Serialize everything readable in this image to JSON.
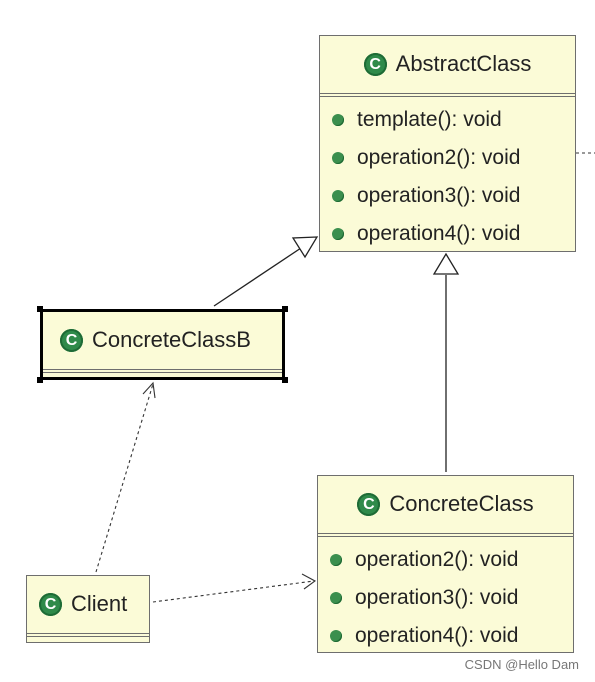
{
  "classes": {
    "abstract_class": {
      "name": "AbstractClass",
      "icon": "class-icon",
      "methods": [
        "template(): void",
        "operation2(): void",
        "operation3(): void",
        "operation4(): void"
      ]
    },
    "concrete_class_b": {
      "name": "ConcreteClassB",
      "icon": "class-icon",
      "methods": []
    },
    "concrete_class": {
      "name": "ConcreteClass",
      "icon": "class-icon",
      "methods": [
        "operation2(): void",
        "operation3(): void",
        "operation4(): void"
      ]
    },
    "client": {
      "name": "Client",
      "icon": "class-icon",
      "methods": []
    }
  },
  "icon_glyph": "C",
  "relationships": [
    {
      "from": "ConcreteClassB",
      "to": "AbstractClass",
      "type": "generalization"
    },
    {
      "from": "ConcreteClass",
      "to": "AbstractClass",
      "type": "generalization"
    },
    {
      "from": "Client",
      "to": "ConcreteClassB",
      "type": "dependency"
    },
    {
      "from": "Client",
      "to": "ConcreteClass",
      "type": "dependency"
    }
  ],
  "colors": {
    "class_fill": "#fbfbd7",
    "icon_green": "#2f8a4a",
    "border": "#6e6e6e"
  },
  "watermark": "CSDN @Hello Dam"
}
